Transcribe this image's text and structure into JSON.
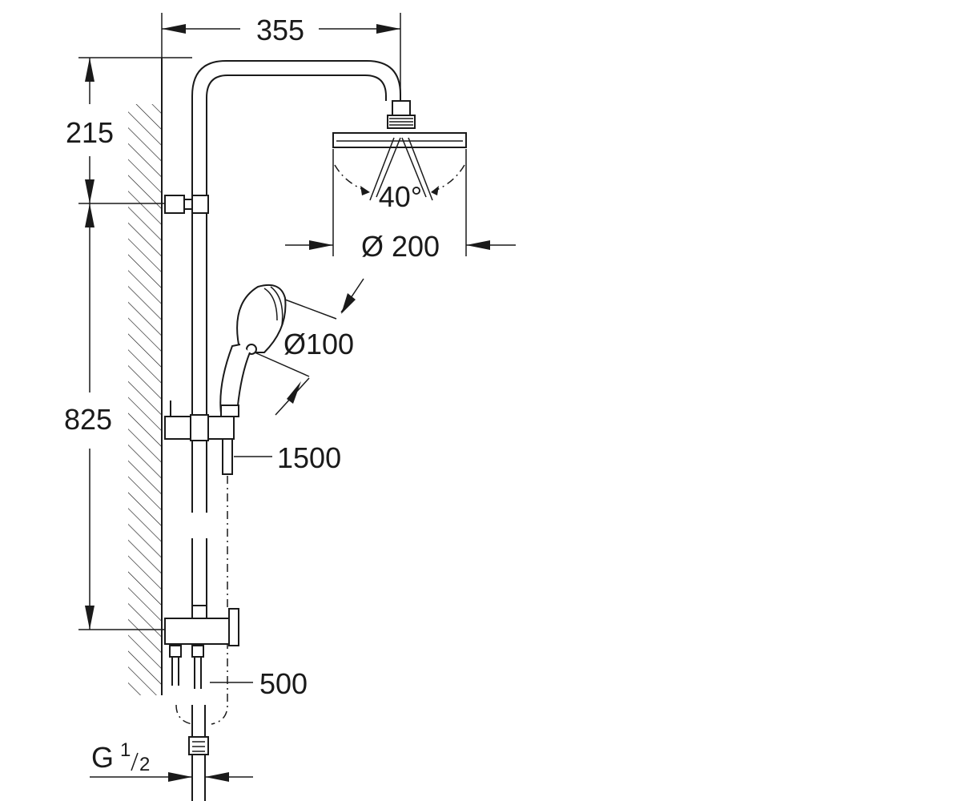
{
  "dimensions": {
    "top_width": "355",
    "top_height": "215",
    "rail_height": "825",
    "head_diameter": "Ø 200",
    "spray_angle": "40°",
    "hand_shower_diameter": "Ø100",
    "hose_length": "1500",
    "outlet_length": "500",
    "thread_prefix": "G",
    "thread_num": "1",
    "thread_den": "2"
  }
}
